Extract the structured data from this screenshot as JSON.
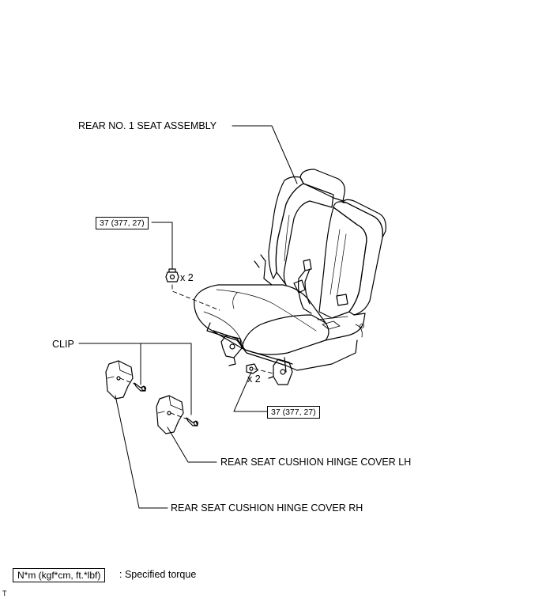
{
  "labels": {
    "seat_assembly": "REAR NO. 1 SEAT ASSEMBLY",
    "clip": "CLIP",
    "hinge_cover_lh": "REAR SEAT CUSHION HINGE COVER LH",
    "hinge_cover_rh": "REAR SEAT CUSHION HINGE COVER RH"
  },
  "torque": {
    "upper": "37 (377, 27)",
    "lower": "37 (377, 27)",
    "qty_upper": "x 2",
    "qty_lower": "x 2"
  },
  "legend": {
    "unit_box": "N*m (kgf*cm, ft.*lbf)",
    "text": ": Specified torque"
  },
  "corner_mark": "T"
}
